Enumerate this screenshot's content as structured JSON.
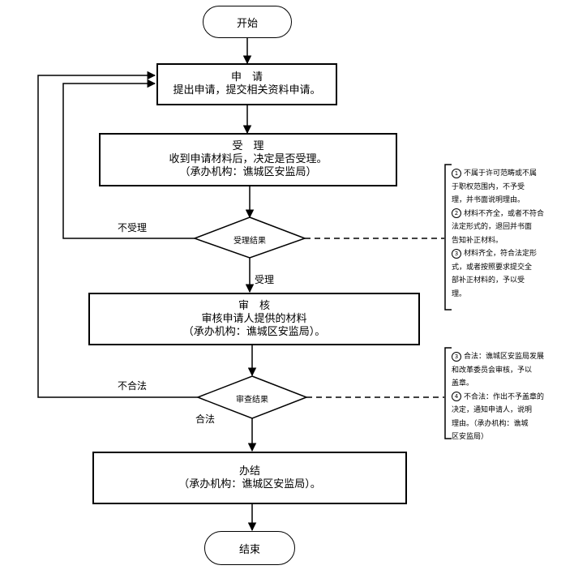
{
  "start": "开始",
  "end": "结束",
  "apply": {
    "title": "申　请",
    "desc": "提出申请，提交相关资料申请。"
  },
  "accept": {
    "title": "受　理",
    "desc": "收到申请材料后，决定是否受理。",
    "org": "（承办机构：谯城区安监局）"
  },
  "review": {
    "title": "审　核",
    "desc": "审核申请人提供的材料",
    "org": "（承办机构：谯城区安监局）。"
  },
  "done": {
    "title": "办结",
    "org": "（承办机构：谯城区安监局）。"
  },
  "decision1": {
    "label": "受理结果",
    "yes": "受理",
    "no": "不受理"
  },
  "decision2": {
    "label": "审查结果",
    "yes": "合法",
    "no": "不合法"
  },
  "note1": {
    "items": [
      {
        "num": "1",
        "lines": [
          "不属于许可范畴或不属",
          "于职权范围内，不予受",
          "理，并书面说明理由。"
        ]
      },
      {
        "num": "2",
        "lines": [
          "材料不齐全，或者不符合",
          "法定形式的，退回并书面",
          "告知补正材料。"
        ]
      },
      {
        "num": "3",
        "lines": [
          "材料齐全，符合法定形",
          "式，或者按照要求提交全",
          "部补正材料的，予以受",
          "理。"
        ]
      }
    ]
  },
  "note2": {
    "items": [
      {
        "num": "3",
        "lines": [
          "合法：谯城区安监局发展",
          "和改革委员会审核，予以",
          "盖章。"
        ]
      },
      {
        "num": "4",
        "lines": [
          "不合法：作出不予盖章的",
          "决定，通知申请人，说明",
          "理由。（承办机构：谯城",
          "区安监局）"
        ]
      }
    ]
  }
}
